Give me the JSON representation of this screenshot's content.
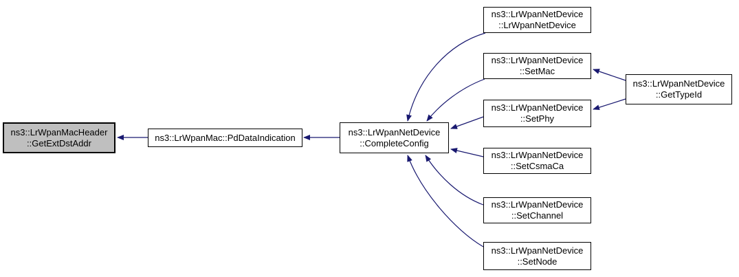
{
  "diagram": {
    "type": "doxygen-call-graph",
    "background": "#ffffff",
    "edge_color": "#191970",
    "node_fill": "#ffffff",
    "node_border_color": "#000000",
    "highlight_fill": "#bfbfbf",
    "nodes": [
      {
        "id": "get-ext-dst-addr",
        "line1": "ns3::LrWpanMacHeader",
        "line2": "::GetExtDstAddr",
        "highlighted": true
      },
      {
        "id": "pd-data-indication",
        "line1": "ns3::LrWpanMac::PdDataIndication",
        "line2": "",
        "highlighted": false
      },
      {
        "id": "complete-config",
        "line1": "ns3::LrWpanNetDevice",
        "line2": "::CompleteConfig",
        "highlighted": false
      },
      {
        "id": "lr-wpan-net-device",
        "line1": "ns3::LrWpanNetDevice",
        "line2": "::LrWpanNetDevice",
        "highlighted": false
      },
      {
        "id": "set-mac",
        "line1": "ns3::LrWpanNetDevice",
        "line2": "::SetMac",
        "highlighted": false
      },
      {
        "id": "set-phy",
        "line1": "ns3::LrWpanNetDevice",
        "line2": "::SetPhy",
        "highlighted": false
      },
      {
        "id": "set-csma-ca",
        "line1": "ns3::LrWpanNetDevice",
        "line2": "::SetCsmaCa",
        "highlighted": false
      },
      {
        "id": "set-channel",
        "line1": "ns3::LrWpanNetDevice",
        "line2": "::SetChannel",
        "highlighted": false
      },
      {
        "id": "set-node",
        "line1": "ns3::LrWpanNetDevice",
        "line2": "::SetNode",
        "highlighted": false
      },
      {
        "id": "get-type-id",
        "line1": "ns3::LrWpanNetDevice",
        "line2": "::GetTypeId",
        "highlighted": false
      }
    ],
    "edges": [
      {
        "from": "pd-data-indication",
        "to": "get-ext-dst-addr"
      },
      {
        "from": "complete-config",
        "to": "pd-data-indication"
      },
      {
        "from": "lr-wpan-net-device",
        "to": "complete-config"
      },
      {
        "from": "set-mac",
        "to": "complete-config"
      },
      {
        "from": "set-phy",
        "to": "complete-config"
      },
      {
        "from": "set-csma-ca",
        "to": "complete-config"
      },
      {
        "from": "set-channel",
        "to": "complete-config"
      },
      {
        "from": "set-node",
        "to": "complete-config"
      },
      {
        "from": "get-type-id",
        "to": "set-mac"
      },
      {
        "from": "get-type-id",
        "to": "set-phy"
      }
    ]
  }
}
